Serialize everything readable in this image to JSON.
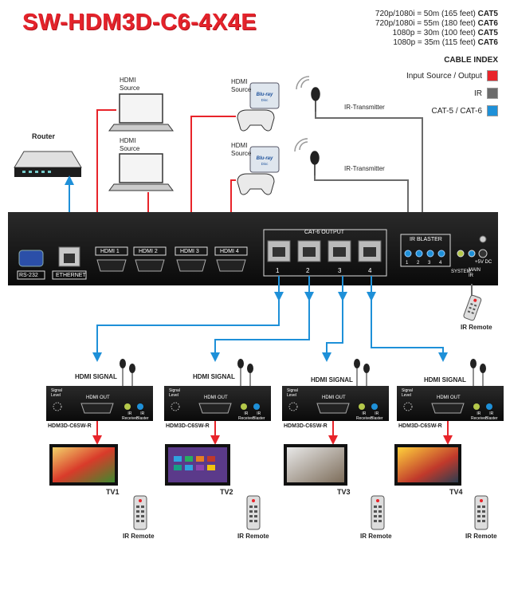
{
  "title": "SW-HDM3D-C6-4X4E",
  "specs": [
    {
      "text": "720p/1080i = 50m (165 feet) ",
      "cable": "CAT5"
    },
    {
      "text": "720p/1080i = 55m (180 feet) ",
      "cable": "CAT6"
    },
    {
      "text": "1080p = 30m (100 feet) ",
      "cable": "CAT5"
    },
    {
      "text": "1080p = 35m (115 feet) ",
      "cable": "CAT6"
    }
  ],
  "cable_index": {
    "title": "CABLE INDEX",
    "items": [
      {
        "label": "Input Source / Output",
        "color": "#e8242a"
      },
      {
        "label": "IR",
        "color": "#6b6b6b"
      },
      {
        "label": "CAT-5 / CAT-6",
        "color": "#1e90d8"
      }
    ]
  },
  "router_label": "Router",
  "sources": [
    {
      "label": "HDMI\nSource",
      "type": "laptop"
    },
    {
      "label": "HDMI\nSource",
      "type": "laptop"
    },
    {
      "label": "HDMI\nSource",
      "type": "bluray"
    },
    {
      "label": "HDMI\nSource",
      "type": "bluray"
    }
  ],
  "bluray_logo": "Blu-ray Disc",
  "ir_transmitter_label": "IR-Transmitter",
  "switcher": {
    "rs232": "RS-232",
    "ethernet": "ETHERNET",
    "hdmi_inputs": [
      "HDMI 1",
      "HDMI 2",
      "HDMI 3",
      "HDMI 4"
    ],
    "cat6_output_label": "CAT-6 OUTPUT",
    "output_numbers": [
      "1",
      "2",
      "3",
      "4"
    ],
    "ir_blaster_label": "IR BLASTER",
    "ir_blaster_numbers": [
      "1",
      "2",
      "3",
      "4"
    ],
    "system_label": "SYSTEM",
    "main_label": "MAIN\nIR",
    "power_label": "+5V DC"
  },
  "ir_remote_label": "IR Remote",
  "receivers": [
    {
      "signal": "HDMI SIGNAL",
      "model": "HDM3D-C6SW-R",
      "tv": "TV1"
    },
    {
      "signal": "HDMI SIGNAL",
      "model": "HDM3D-C6SW-R",
      "tv": "TV2"
    },
    {
      "signal": "HDMI SIGNAL",
      "model": "HDM3D-C6SW-R",
      "tv": "TV3"
    },
    {
      "signal": "HDMI SIGNAL",
      "model": "HDM3D-C6SW-R",
      "tv": "TV4"
    }
  ],
  "receiver_labels": {
    "signal_level": "Signal\nLevel",
    "hdmi_out": "HDMI OUT",
    "ir_receiver": "IR\nReceiver",
    "ir_blaster": "IR\nBlaster"
  }
}
